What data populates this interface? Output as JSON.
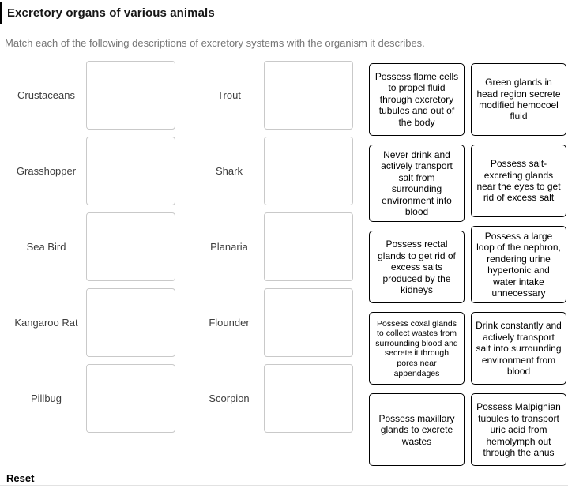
{
  "page": {
    "title": "Excretory organs of various animals",
    "instructions": "Match each of the following descriptions of excretory systems with the organism it describes.",
    "reset_label": "Reset"
  },
  "organisms": {
    "left": [
      "Crustaceans",
      "Grasshopper",
      "Sea Bird",
      "Kangaroo Rat",
      "Pillbug"
    ],
    "right": [
      "Trout",
      "Shark",
      "Planaria",
      "Flounder",
      "Scorpion"
    ]
  },
  "cards": {
    "left": [
      "Possess flame cells to propel fluid through excretory tubules and out of the body",
      "Never drink and actively transport salt from surrounding environment into blood",
      "Possess rectal glands to get rid of excess salts produced by the kidneys",
      "Possess coxal glands to collect wastes from surrounding blood and secrete it through pores near appendages",
      "Possess maxillary glands to excrete wastes"
    ],
    "right": [
      "Green glands in head region secrete modified hemocoel fluid",
      "Possess salt-excreting glands near the eyes to get rid of excess salt",
      "Possess a large loop of the nephron, rendering urine hypertonic and water intake unnecessary",
      "Drink constantly and actively transport salt into surrounding environment from blood",
      "Possess Malpighian tubules to transport uric acid from hemolymph out through the anus"
    ]
  }
}
